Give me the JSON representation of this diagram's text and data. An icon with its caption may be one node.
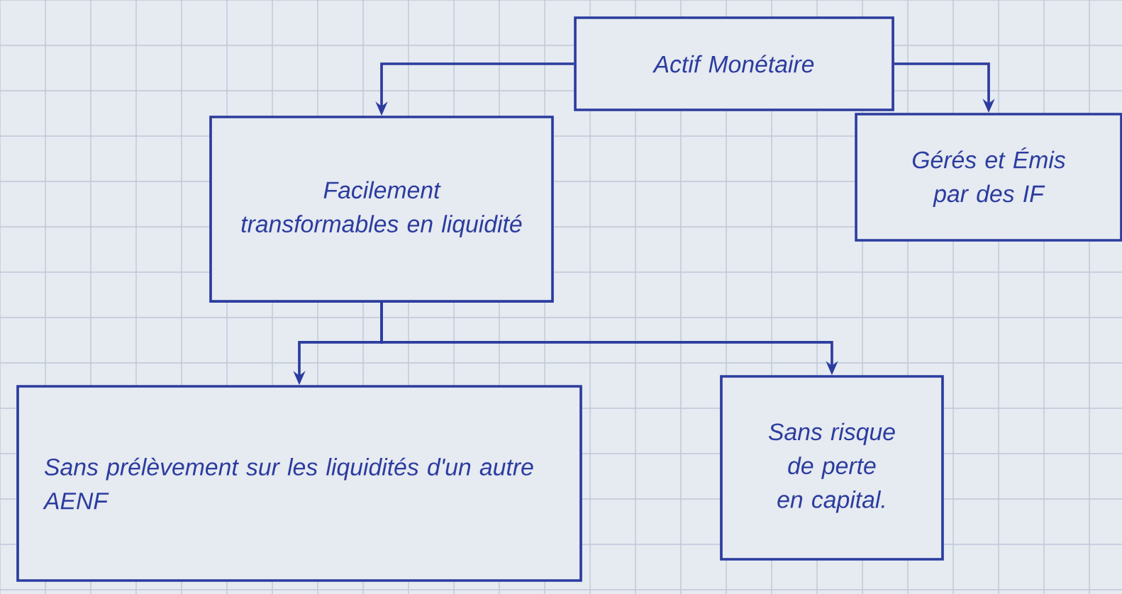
{
  "diagram": {
    "nodes": [
      {
        "text": [
          "Actif Monétaire"
        ]
      },
      {
        "text": [
          "Facilement transformables en liquidité"
        ]
      },
      {
        "text": [
          "Gérés et Émis par des IF"
        ]
      },
      {
        "text": [
          "Sans prélèvement sur les liquidités d'un autre AENF"
        ]
      },
      {
        "text": [
          "Sans risque de perte en capital."
        ]
      }
    ],
    "edges": [
      {
        "from": 0,
        "to": 1,
        "arrow": "to"
      },
      {
        "from": 0,
        "to": 2,
        "arrow": "to"
      },
      {
        "from": 1,
        "to": 3,
        "arrow": "to"
      },
      {
        "from": 1,
        "to": 4,
        "arrow": "to"
      }
    ]
  }
}
